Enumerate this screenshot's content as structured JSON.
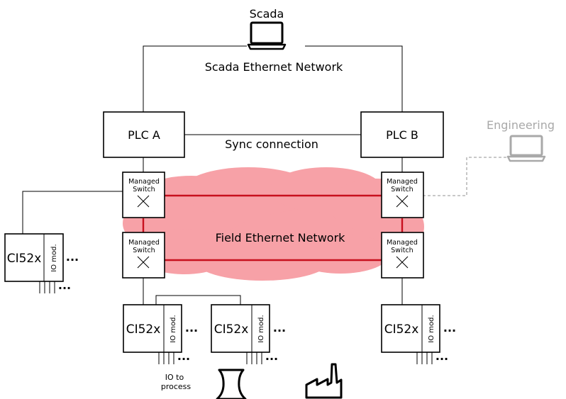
{
  "labels": {
    "scada": "Scada",
    "scada_network": "Scada Ethernet Network",
    "plc_a": "PLC A",
    "plc_b": "PLC B",
    "sync": "Sync connection",
    "engineering": "Engineering",
    "field_network": "Field Ethernet Network",
    "switch_line1": "Managed",
    "switch_line2": "Switch",
    "ci52x": "CI52x",
    "io_mod": "IO mod.",
    "ellipsis": "...",
    "io_to": "IO  to",
    "process": "process"
  },
  "colors": {
    "network_cloud": "#f7a1a7",
    "red_link": "#c8101e",
    "engineering_gray": "#a9a9a9"
  },
  "icons": [
    "laptop-icon",
    "cooling-tower-icon",
    "factory-icon",
    "switch-cross-icon"
  ]
}
